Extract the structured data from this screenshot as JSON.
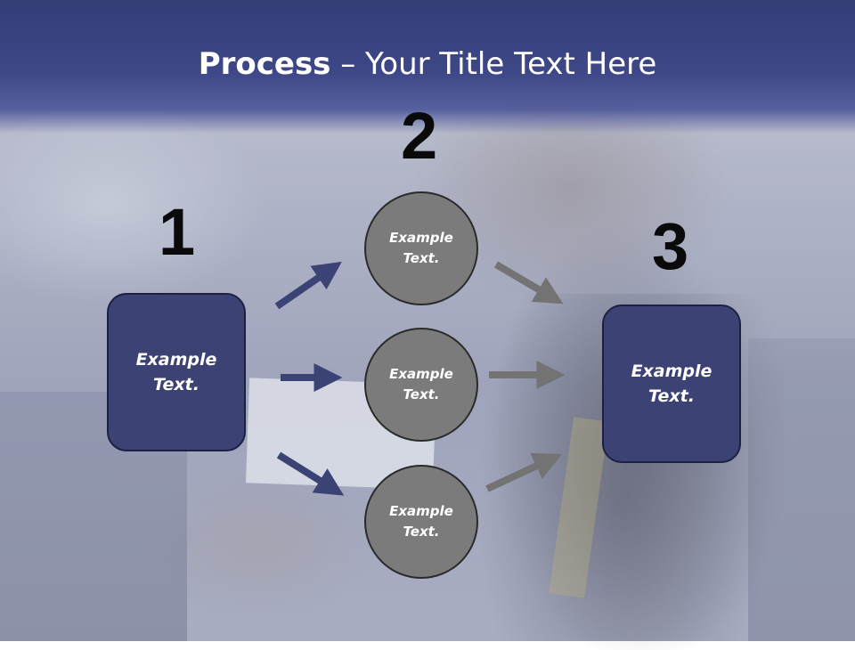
{
  "title": {
    "bold": "Process",
    "rest": " – Your Title Text Here"
  },
  "steps": [
    {
      "number": "1",
      "text_line1": "Example",
      "text_line2": "Text."
    },
    {
      "number": "2"
    },
    {
      "number": "3",
      "text_line1": "Example",
      "text_line2": "Text."
    }
  ],
  "circles": [
    {
      "text_line1": "Example",
      "text_line2": "Text."
    },
    {
      "text_line1": "Example",
      "text_line2": "Text."
    },
    {
      "text_line1": "Example",
      "text_line2": "Text."
    }
  ],
  "colors": {
    "header": "#3a4482",
    "box_fill": "#3c4374",
    "circle_fill": "#7b7b7b",
    "arrow_left": "#3a4374",
    "arrow_right": "#737373"
  }
}
